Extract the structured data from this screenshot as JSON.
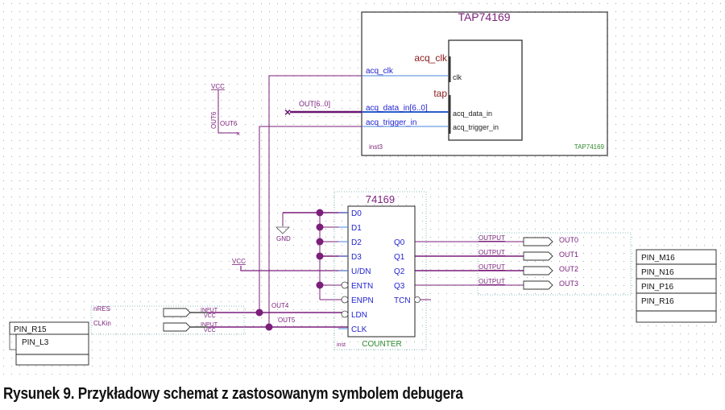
{
  "caption": "Rysunek 9. Przykładowy schemat z zastosowanym symbolem debugera",
  "colors": {
    "wire": "#7b1f7b",
    "port_wire": "#3a6fd8",
    "pin_text": "#1f1fd0",
    "title_text": "#7b1f7b",
    "inner_title": "#8b1a1a",
    "footer_green": "#2e8b2e",
    "grid_dot": "#9a9a9a",
    "node": "#7b1f7b"
  },
  "tap": {
    "title": "TAP74169",
    "instance": "inst3",
    "footer": "TAP74169",
    "ports_left": [
      "acq_clk",
      "acq_data_in[6..0]",
      "acq_trigger_in"
    ],
    "inner_groups": [
      "acq_clk",
      "tap"
    ],
    "inner_ports": [
      "clk",
      "acq_data_in",
      "acq_trigger_in"
    ]
  },
  "bus_label": "OUT[6..0]",
  "vcc_block": {
    "vcc": "VCC",
    "vertical": "OUT6",
    "horizontal": "OUT6"
  },
  "counter": {
    "title": "74169",
    "instance": "inst",
    "footer": "COUNTER",
    "inputs": [
      "D0",
      "D1",
      "D2",
      "D3",
      "U/DN",
      "ENTN",
      "ENPN",
      "LDN",
      "CLK"
    ],
    "outputs": [
      "Q0",
      "Q1",
      "Q2",
      "Q3",
      "TCN"
    ]
  },
  "gnd_label": "GND",
  "vcc_label": "VCC",
  "net_labels": [
    "OUT4",
    "OUT5"
  ],
  "inputs": [
    {
      "name": "nRES",
      "type": "INPUT",
      "default": "VCC"
    },
    {
      "name": "CLKin",
      "type": "INPUT",
      "default": "VCC"
    }
  ],
  "outputs": [
    {
      "type": "OUTPUT",
      "name": "OUT0"
    },
    {
      "type": "OUTPUT",
      "name": "OUT1"
    },
    {
      "type": "OUTPUT",
      "name": "OUT2"
    },
    {
      "type": "OUTPUT",
      "name": "OUT3"
    }
  ],
  "pin_table_left": [
    "PIN_R15",
    "PIN_L3"
  ],
  "pin_table_right": [
    "PIN_M16",
    "PIN_N16",
    "PIN_P16",
    "PIN_R16"
  ]
}
